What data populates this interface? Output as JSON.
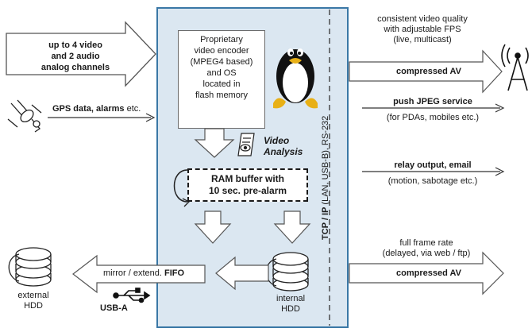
{
  "inputs": {
    "video_audio": [
      "up to 4 video",
      "and 2 audio",
      "analog channels"
    ],
    "gps": {
      "prefix": "GPS data, ",
      "bold": "alarms",
      "suffix": " etc."
    }
  },
  "encoder": {
    "lines": [
      "Proprietary",
      "video encoder",
      "(MPEG4 based)",
      "and OS",
      "located in",
      "flash memory"
    ]
  },
  "video_analysis": [
    "Video",
    "Analysis"
  ],
  "ram_buffer": [
    "RAM buffer with",
    "10 sec. pre-alarm"
  ],
  "interface_label": {
    "bold": "TCP / IP",
    "rest": " (LAN, USB-B), RS-232"
  },
  "outputs": {
    "compressed_top": {
      "note": [
        "consistent video quality",
        "with adjustable FPS",
        "(live, multicast)"
      ],
      "label": "compressed AV"
    },
    "jpeg": {
      "label": "push JPEG service",
      "note": "(for PDAs, mobiles etc.)"
    },
    "relay": {
      "label": "relay output, email",
      "note": "(motion, sabotage etc.)"
    },
    "compressed_bottom": {
      "note": [
        "full frame rate",
        "(delayed, via web / ftp)"
      ],
      "label": "compressed AV"
    }
  },
  "storage": {
    "mirror": {
      "prefix": "mirror / extend. ",
      "bold": "FIFO"
    },
    "usb": "USB-A",
    "external_hdd": [
      "external",
      "HDD"
    ],
    "internal_hdd": [
      "internal",
      "HDD"
    ]
  },
  "colors": {
    "panel": "#dbe7f1",
    "panel_border": "#3a78a6",
    "arrow_fill": "#ffffff",
    "arrow_stroke": "#555555"
  },
  "icons": [
    "linux-penguin-icon",
    "satellite-icon",
    "antenna-icon",
    "usb-icon",
    "hdd-icon",
    "video-analysis-icon"
  ]
}
